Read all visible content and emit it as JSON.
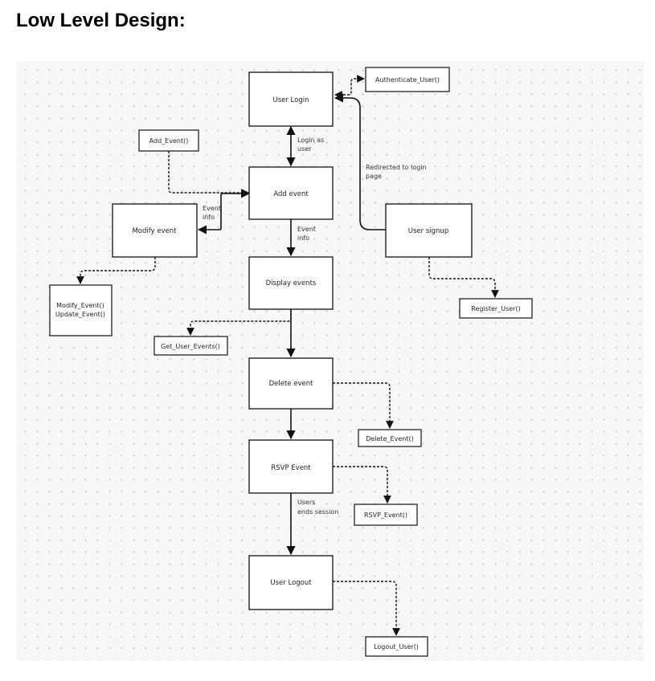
{
  "heading": "Low Level Design:",
  "nodes": {
    "user_login": "User Login",
    "add_event": "Add event",
    "modify_event": "Modify event",
    "display_events": "Display events",
    "delete_event": "Delete event",
    "rsvp_event": "RSVP Event",
    "user_logout": "User Logout",
    "user_signup": "User signup"
  },
  "functions": {
    "authenticate_user": "Authenticate_User()",
    "add_event_fn": "Add_Event()",
    "modify_event_fn_1": "Modify_Event()",
    "modify_event_fn_2": "Update_Event()",
    "get_user_events": "Get_User_Events()",
    "register_user": "Register_User()",
    "delete_event_fn": "Delete_Event()",
    "rsvp_event_fn": "RSVP_Event()",
    "logout_user": "Logout_User()"
  },
  "labels": {
    "login_as_user_1": "Login as",
    "login_as_user_2": "user",
    "event_info_side_1": "Event",
    "event_info_side_2": "info",
    "event_info_down_1": "Event",
    "event_info_down_2": "info",
    "redirected_1": "Redirected to login",
    "redirected_2": "page",
    "users_ends_1": "Users",
    "users_ends_2": "ends session"
  }
}
